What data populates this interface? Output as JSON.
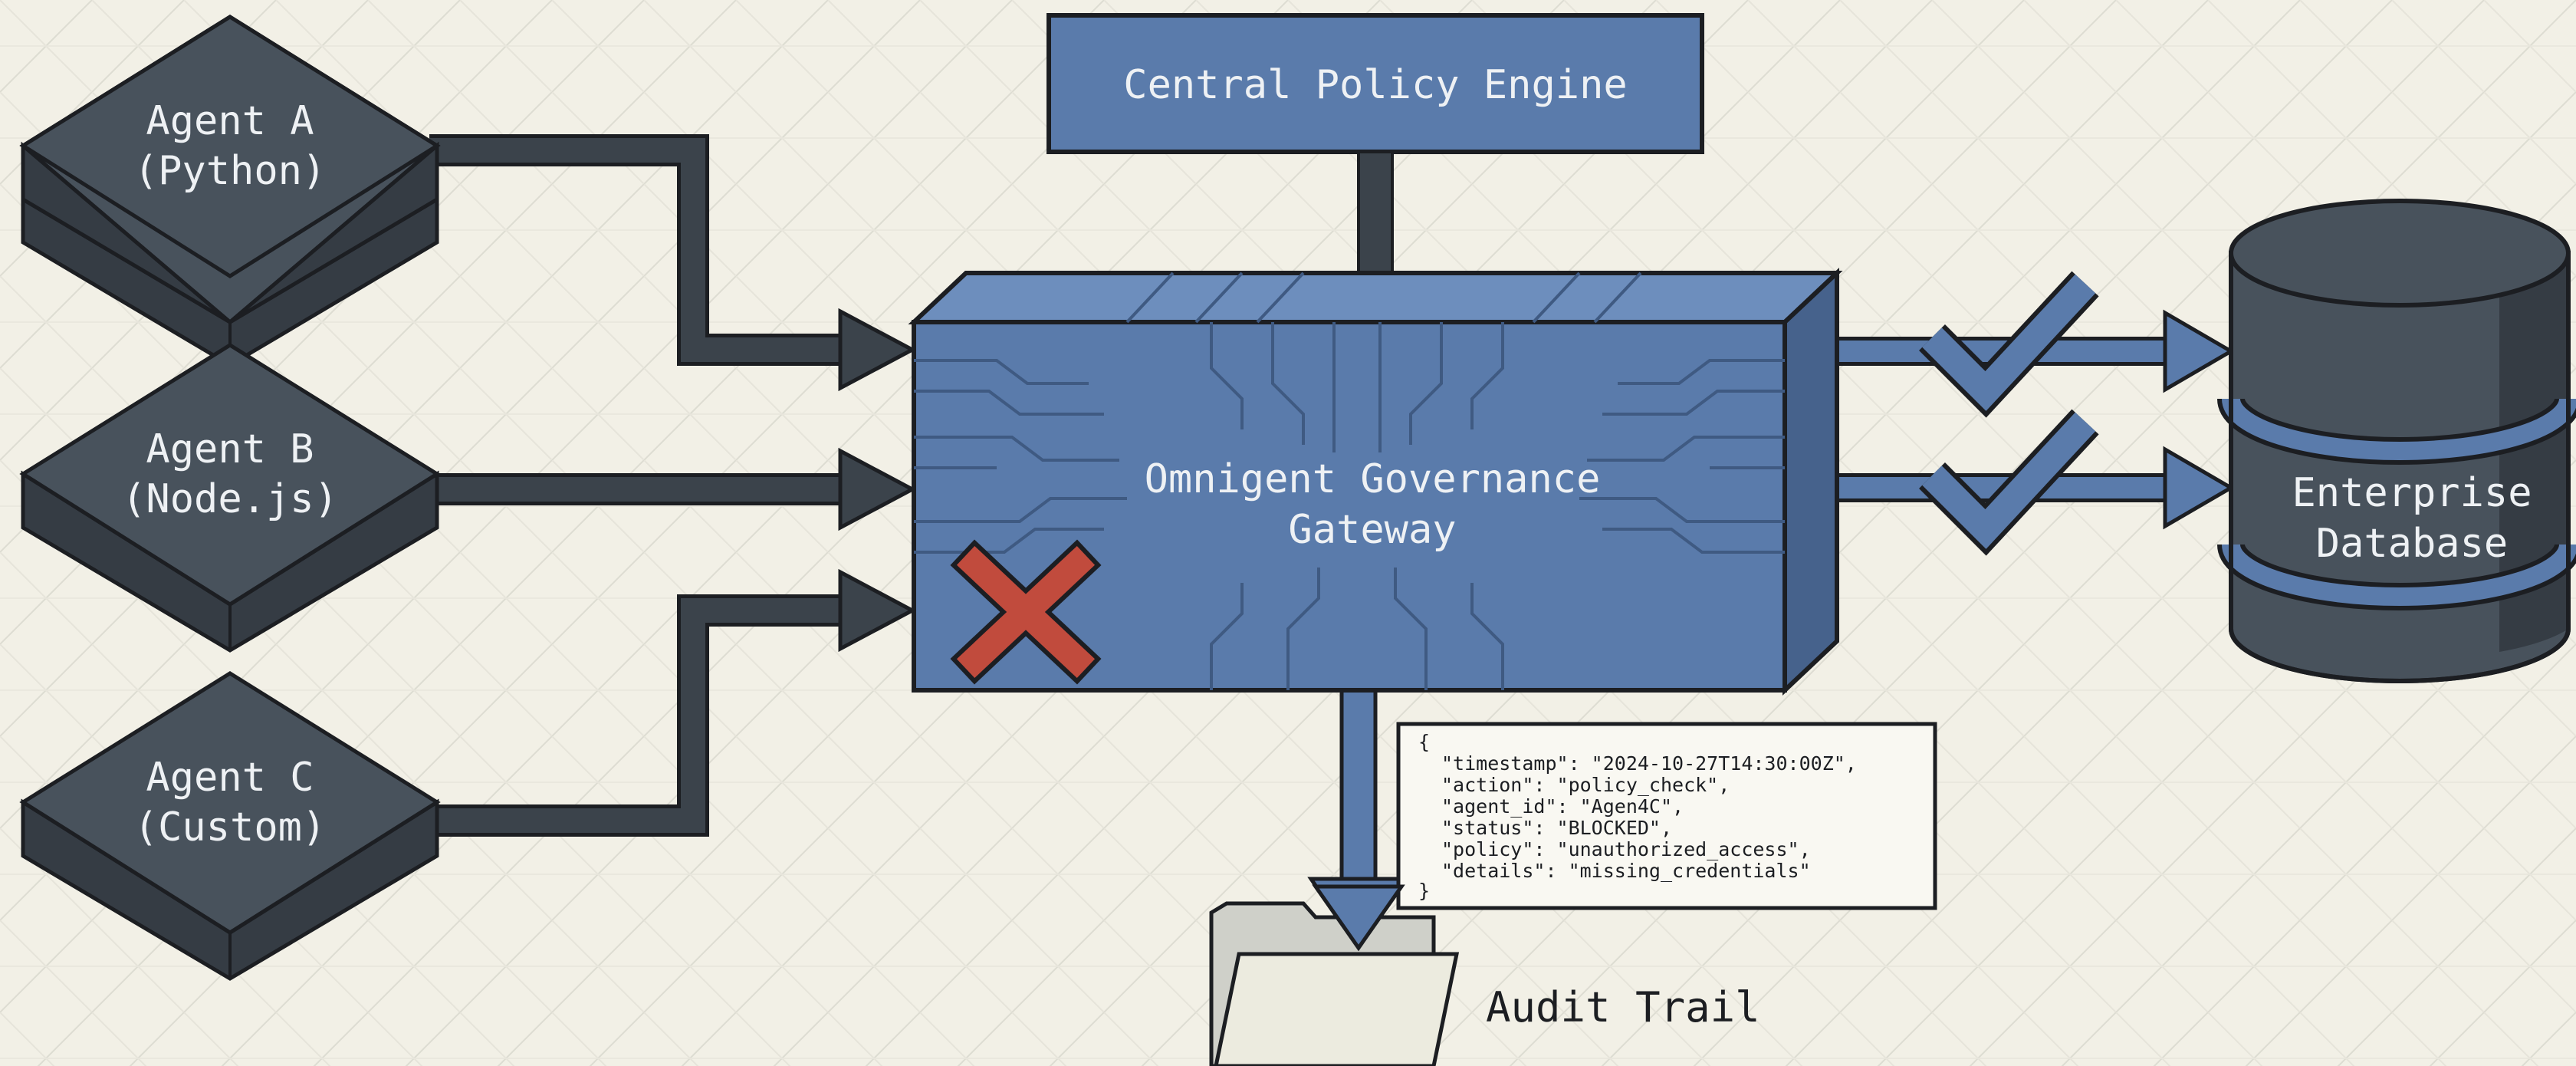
{
  "agents": [
    {
      "line1": "Agent A",
      "line2": "(Python)"
    },
    {
      "line1": "Agent B",
      "line2": "(Node.js)"
    },
    {
      "line1": "Agent C",
      "line2": "(Custom)"
    }
  ],
  "policy_engine": {
    "label": "Central Policy Engine"
  },
  "gateway": {
    "line1": "Omnigent Governance",
    "line2": "Gateway"
  },
  "database": {
    "line1": "Enterprise",
    "line2": "Database"
  },
  "audit": {
    "label": "Audit Trail"
  },
  "log": {
    "open": "{",
    "lines": [
      "\"timestamp\": \"2024-10-27T14:30:00Z\",",
      "\"action\": \"policy_check\",",
      "\"agent_id\": \"Agen4C\",",
      "\"status\": \"BLOCKED\",",
      "\"policy\": \"unauthorized_access\",",
      "\"details\": \"missing_credentials\""
    ],
    "close": "}"
  },
  "colors": {
    "background": "#f2f0e6",
    "grid": "#dddcd2",
    "agent_top": "#48525c",
    "agent_side": "#353c44",
    "connector": "#3b434b",
    "gateway_front": "#5a7bab",
    "gateway_top": "#6d8ebd",
    "gateway_side": "#46628c",
    "approve_check": "#5a7bab",
    "block_x": "#c14b3d",
    "outline": "#1c1e22"
  },
  "icons": {
    "approve": "check-icon",
    "block": "x-icon",
    "audit": "folder-icon",
    "database": "cylinder-icon"
  }
}
